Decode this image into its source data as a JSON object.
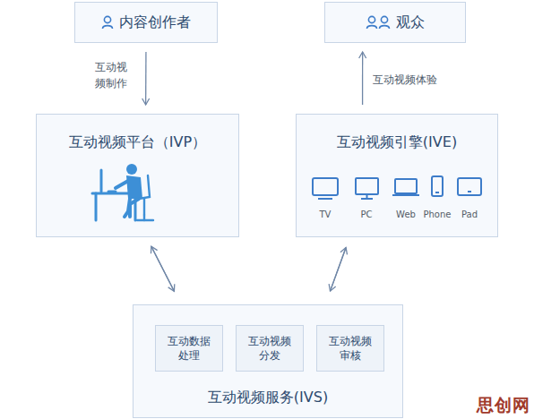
{
  "diagram": {
    "nodes": [
      {
        "text": [
          "内容创作者"
        ]
      },
      {
        "text": [
          "观众"
        ]
      },
      {
        "text": [
          "互动视频平台（IVP）"
        ]
      },
      {
        "text": [
          "互动视频引擎(IVE)"
        ]
      },
      {
        "text": [
          "互动视频服务(IVS)"
        ]
      },
      {
        "text": [
          "互动数据处理"
        ],
        "in": 4
      },
      {
        "text": [
          "互动视频分发"
        ],
        "in": 4
      },
      {
        "text": [
          "互动视频审核"
        ],
        "in": 4
      }
    ],
    "edges": [
      {
        "from": 0,
        "to": 2,
        "arrow": "to",
        "label": "互动视频制作"
      },
      {
        "from": 3,
        "to": 1,
        "arrow": "to",
        "label": "互动视频体验"
      },
      {
        "from": 2,
        "to": 4,
        "arrow": "to"
      },
      {
        "from": 4,
        "to": 2,
        "arrow": "to"
      },
      {
        "from": 3,
        "to": 4,
        "arrow": "to"
      },
      {
        "from": 4,
        "to": 3,
        "arrow": "to"
      }
    ],
    "labels": [
      "TV",
      "PC",
      "Web",
      "Phone",
      "Pad",
      "思创网"
    ]
  }
}
